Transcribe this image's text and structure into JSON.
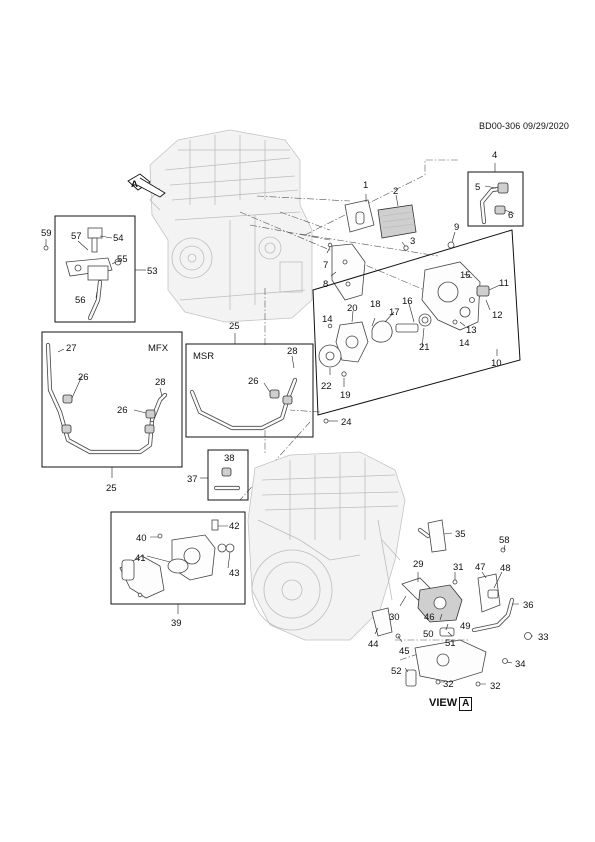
{
  "diagram": {
    "document_id": "BD00-306 09/29/2020",
    "view_text": "VIEW",
    "view_letter": "A",
    "arrow_letter": "A",
    "box_labels": {
      "mfx": "MFX",
      "msr": "MSR"
    },
    "callouts": [
      "1",
      "2",
      "3",
      "4",
      "5",
      "6",
      "7",
      "8",
      "9",
      "10",
      "11",
      "12",
      "13",
      "14",
      "14",
      "15",
      "16",
      "17",
      "18",
      "19",
      "20",
      "21",
      "22",
      "24",
      "25",
      "25",
      "25",
      "26",
      "26",
      "26",
      "26",
      "27",
      "28",
      "28",
      "29",
      "30",
      "31",
      "32",
      "32",
      "33",
      "34",
      "35",
      "36",
      "37",
      "38",
      "39",
      "40",
      "41",
      "42",
      "43",
      "44",
      "45",
      "46",
      "47",
      "48",
      "49",
      "50",
      "51",
      "52",
      "53",
      "54",
      "55",
      "56",
      "57",
      "58",
      "59"
    ]
  }
}
